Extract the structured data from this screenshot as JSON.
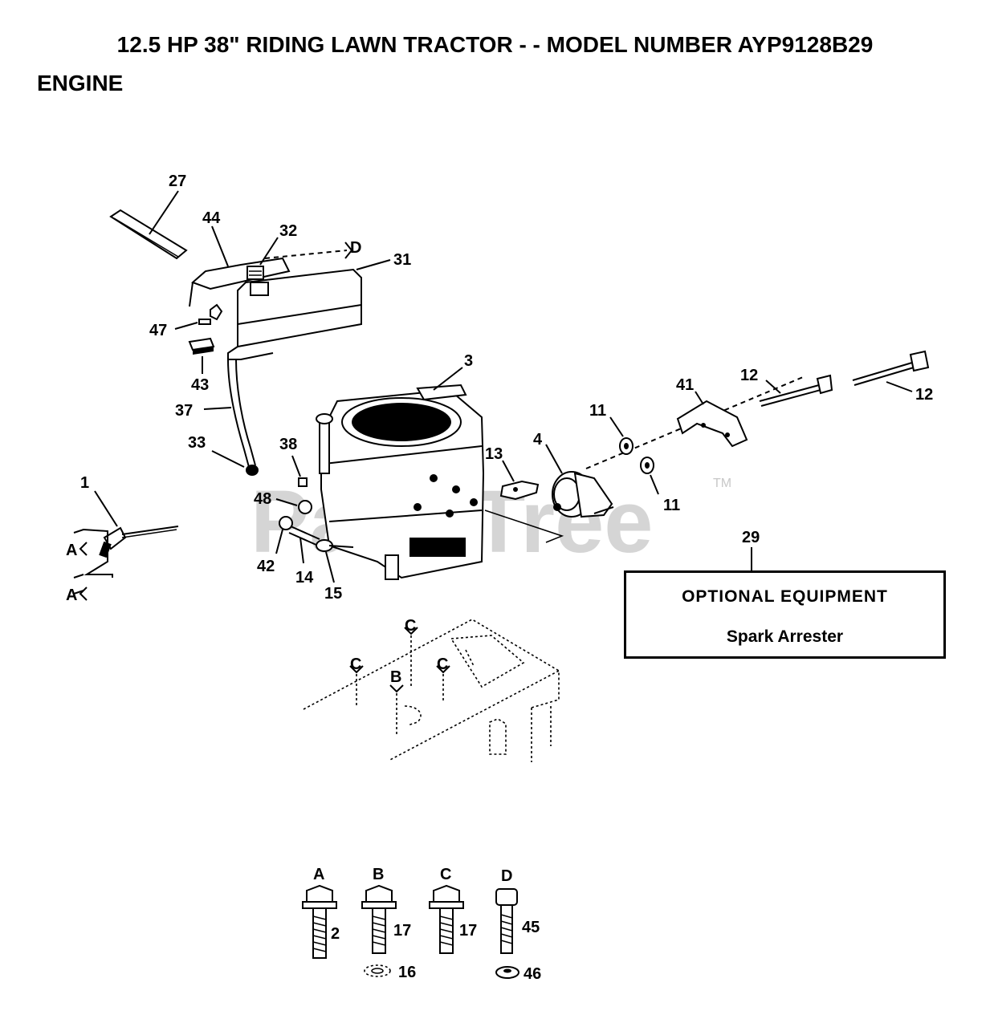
{
  "header": {
    "title": "12.5 HP 38\" RIDING LAWN TRACTOR - - MODEL NUMBER AYP9128B29",
    "subtitle": "ENGINE"
  },
  "watermark": {
    "text": "PartsTree",
    "tm": "TM"
  },
  "optional_equipment": {
    "ref": "29",
    "title": "OPTIONAL EQUIPMENT",
    "item": "Spark Arrester"
  },
  "callouts": {
    "p27": "27",
    "p44": "44",
    "p32": "32",
    "p31": "31",
    "p47": "47",
    "p43": "43",
    "p37": "37",
    "p33": "33",
    "p38": "38",
    "p48": "48",
    "p42": "42",
    "p14": "14",
    "p15": "15",
    "p3": "3",
    "p13": "13",
    "p4": "4",
    "p11a": "11",
    "p11b": "11",
    "p41": "41",
    "p12a": "12",
    "p12b": "12",
    "p1": "1"
  },
  "letters": {
    "D_top": "D",
    "A1": "A",
    "A2": "A",
    "C1": "C",
    "C2": "C",
    "C3": "C",
    "B1": "B"
  },
  "hardware_legend": [
    {
      "key": "A",
      "part": "2",
      "washer": ""
    },
    {
      "key": "B",
      "part": "17",
      "washer": "16"
    },
    {
      "key": "C",
      "part": "17",
      "washer": ""
    },
    {
      "key": "D",
      "part": "45",
      "washer": "46"
    }
  ]
}
